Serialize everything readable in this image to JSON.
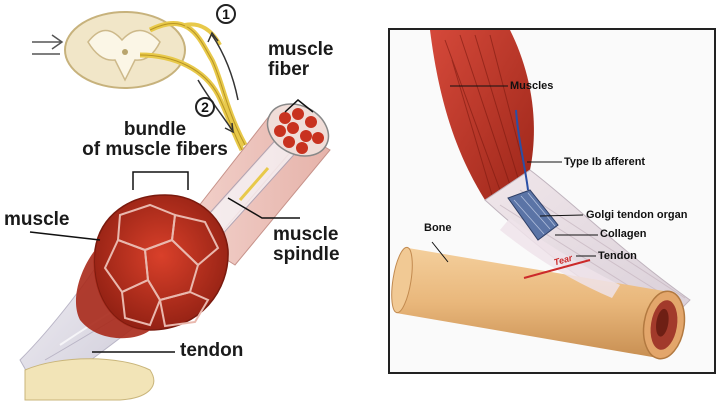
{
  "left": {
    "labels": {
      "muscle_fiber": "muscle\nfiber",
      "bundle": "bundle\nof muscle fibers",
      "muscle": "muscle",
      "muscle_spindle": "muscle\nspindle",
      "tendon": "tendon",
      "pathway_1": "1",
      "pathway_2": "2"
    }
  },
  "right": {
    "labels": {
      "muscles": "Muscles",
      "afferent": "Type Ib afferent",
      "golgi": "Golgi tendon organ",
      "collagen": "Collagen",
      "bone": "Bone",
      "tendon": "Tendon",
      "tear": "Tear"
    }
  },
  "colors": {
    "muscle_red": "#c0301e",
    "nerve_yellow": "#e8c94a",
    "bone_tan": "#e7b77c",
    "tendon_white": "#e9e6ee",
    "gto_blue": "#5b74a6"
  }
}
